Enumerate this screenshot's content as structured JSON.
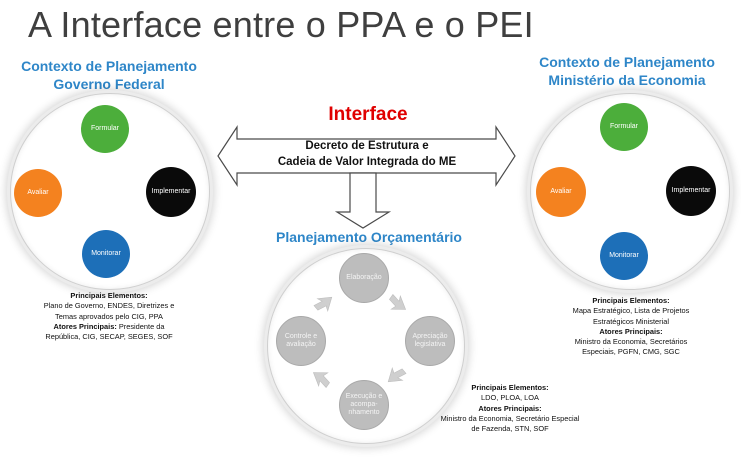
{
  "title": "A Interface entre o PPA e o PEI",
  "left": {
    "context_title_line1": "Contexto de Planejamento",
    "context_title_line2": "Governo Federal",
    "nodes": {
      "formular": "Formular",
      "implementar": "Implementar",
      "monitorar": "Monitorar",
      "avaliar": "Avaliar"
    },
    "info": {
      "elements_heading": "Principais Elementos:",
      "elements_line1": "Plano de Governo, ENDES, Diretrizes e",
      "elements_line2": "Temas aprovados pelo CIG, PPA",
      "actors_heading": "Atores Principais:",
      "actors_line1": "Presidente da",
      "actors_line2": "República, CIG, SECAP, SEGES, SOF"
    }
  },
  "right": {
    "context_title_line1": "Contexto de Planejamento",
    "context_title_line2": "Ministério da Economia",
    "nodes": {
      "formular": "Formular",
      "implementar": "Implementar",
      "monitorar": "Monitorar",
      "avaliar": "Avaliar"
    },
    "info": {
      "elements_heading": "Principais Elementos:",
      "elements_line1": "Mapa Estratégico, Lista de Projetos",
      "elements_line2": "Estratégicos Ministerial",
      "actors_heading": "Atores Principais:",
      "actors_line1": "Ministro da Economia, Secretários",
      "actors_line2": "Especiais, PGFN, CMG, SGC"
    }
  },
  "interface": {
    "label": "Interface",
    "line1": "Decreto de Estrutura e",
    "line2": "Cadeia de Valor Integrada do ME"
  },
  "center": {
    "context_title": "Planejamento Orçamentário",
    "nodes": {
      "elaboracao": "Elaboração",
      "apreciacao_line1": "Apreciação",
      "apreciacao_line2": "legislativa",
      "execucao_line1": "Execução e",
      "execucao_line2": "acompa-",
      "execucao_line3": "nhamento",
      "controle_line1": "Controle e",
      "controle_line2": "avaliação"
    },
    "info": {
      "elements_heading": "Principais Elementos:",
      "elements_line1": "LDO, PLOA, LOA",
      "actors_heading": "Atores Principais:",
      "actors_line1": "Ministro da Economia, Secretário Especial",
      "actors_line2": "de Fazenda, STN, SOF"
    }
  },
  "colors": {
    "formular": "#4cae3b",
    "implementar": "#0a0a0a",
    "monitorar": "#1d6fb8",
    "avaliar": "#f4821f",
    "context_title": "#2e86c8",
    "interface": "#e00000",
    "cycle_arrow": "#9fc5e8",
    "grey_node": "#bdbdbd"
  }
}
